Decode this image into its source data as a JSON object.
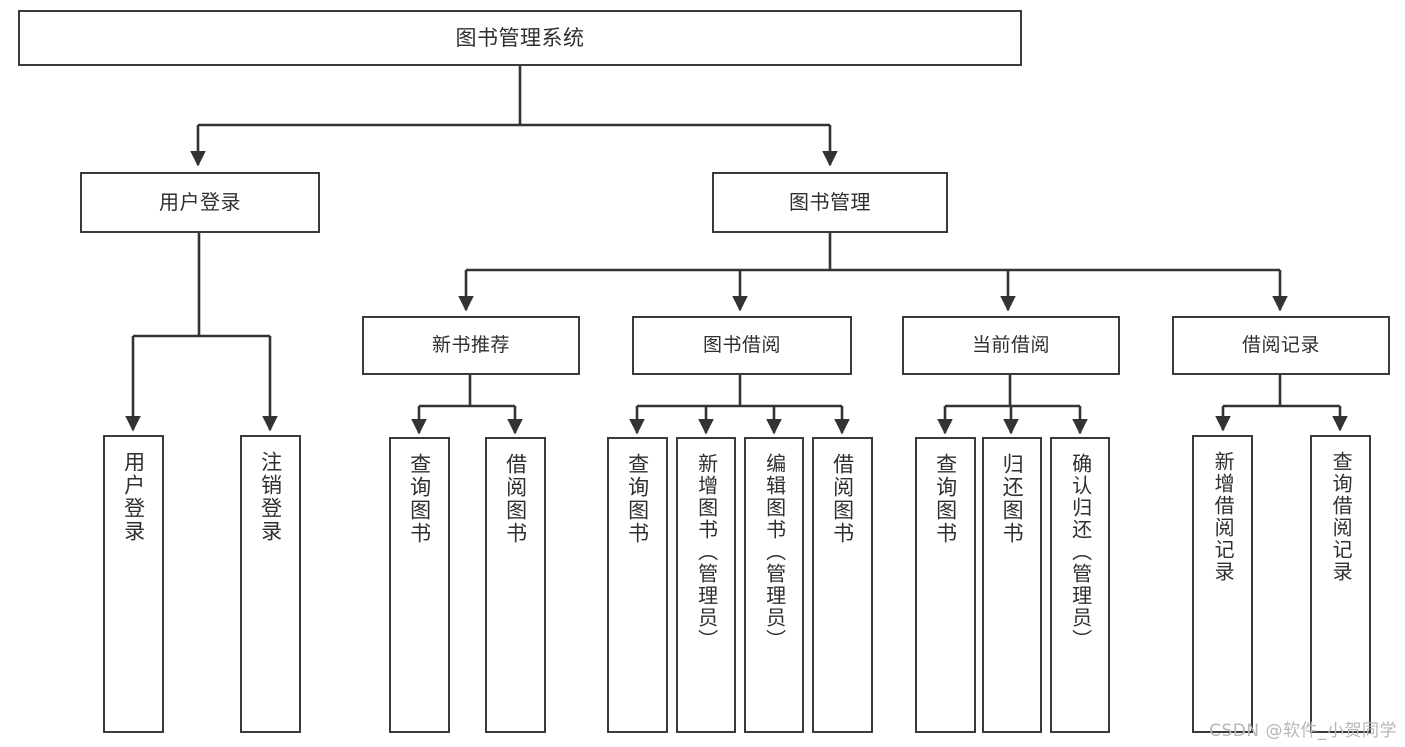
{
  "diagram": {
    "type": "tree",
    "title": "图书管理系统",
    "watermark": "CSDN @软件_小贺同学",
    "colors": {
      "box_border": "#3a3a3a",
      "box_fill": "#ffffff",
      "text": "#2f2f2f",
      "connector": "#333333",
      "watermark": "#b6b6b6",
      "background": "#ffffff"
    },
    "nodes": {
      "root": {
        "label": "图书管理系统"
      },
      "level1": [
        {
          "label": "用户登录"
        },
        {
          "label": "图书管理"
        }
      ],
      "level2": [
        {
          "label": "新书推荐"
        },
        {
          "label": "图书借阅"
        },
        {
          "label": "当前借阅"
        },
        {
          "label": "借阅记录"
        }
      ],
      "leaves": {
        "user_login": [
          {
            "label": "用户登录"
          },
          {
            "label": "注销登录"
          }
        ],
        "new_book_recommend": [
          {
            "label": "查询图书"
          },
          {
            "label": "借阅图书"
          }
        ],
        "book_borrow": [
          {
            "label": "查询图书"
          },
          {
            "label": "新增图书（管理员）"
          },
          {
            "label": "编辑图书（管理员）"
          },
          {
            "label": "借阅图书"
          }
        ],
        "current_borrow": [
          {
            "label": "查询图书"
          },
          {
            "label": "归还图书"
          },
          {
            "label": "确认归还（管理员）"
          }
        ],
        "borrow_record": [
          {
            "label": "新增借阅记录"
          },
          {
            "label": "查询借阅记录"
          }
        ]
      }
    }
  }
}
